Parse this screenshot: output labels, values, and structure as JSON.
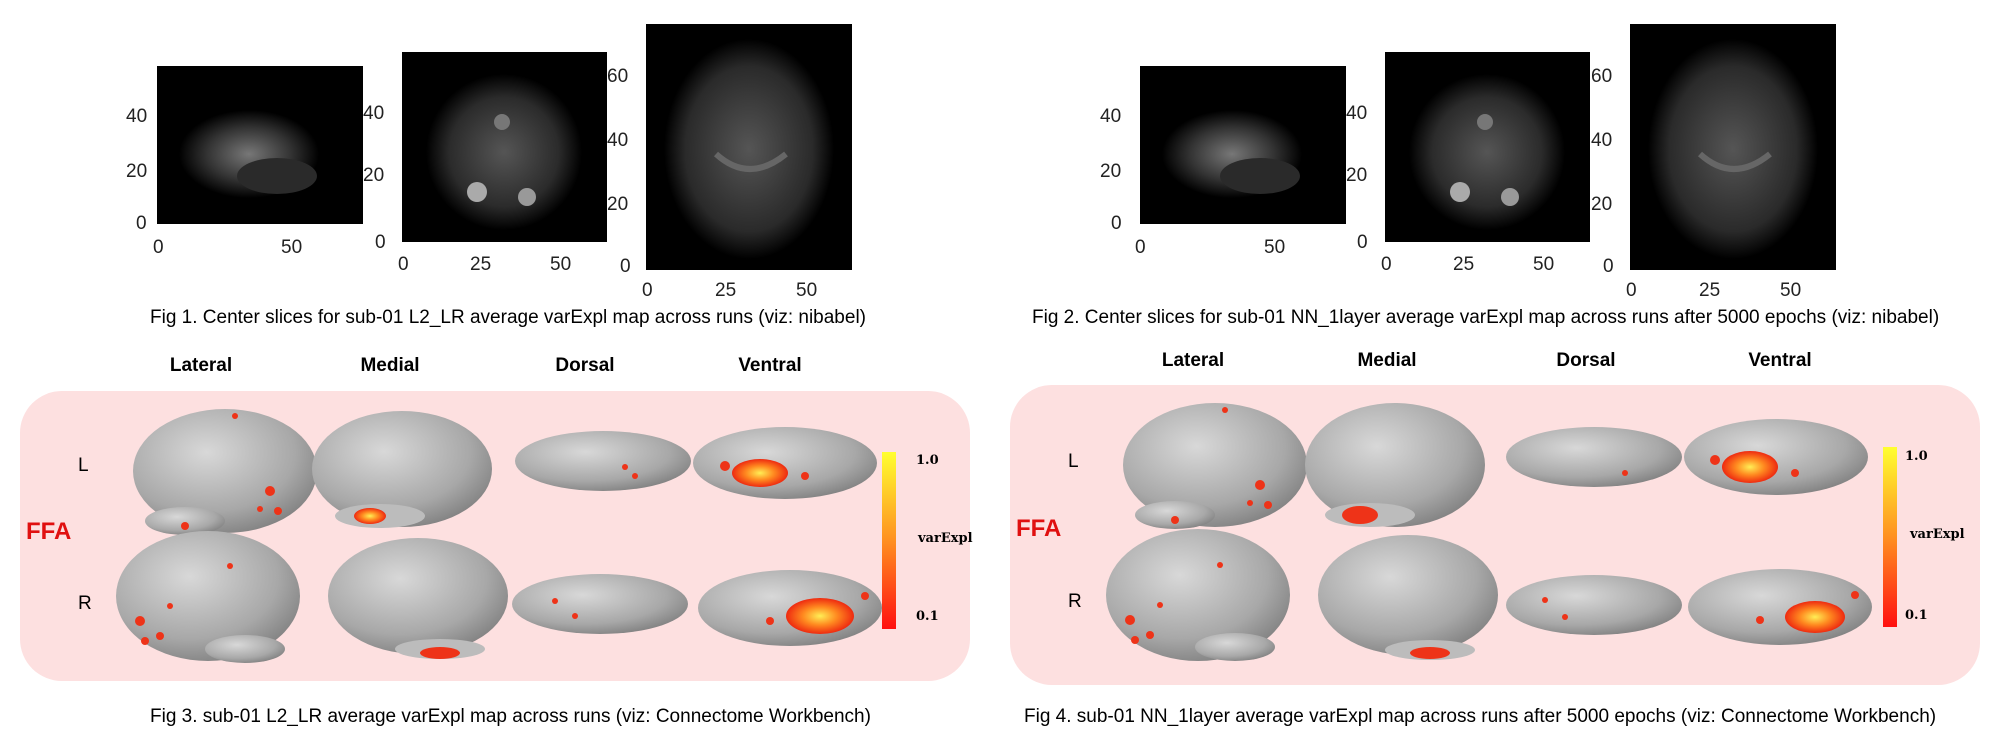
{
  "figures": [
    {
      "id": "fig1",
      "caption": "Fig 1. Center slices for sub-01 L2_LR average varExpl map across runs (viz: nibabel)",
      "slices": [
        {
          "yticks": [
            "40",
            "20",
            "0"
          ],
          "xticks": [
            "0",
            "50"
          ]
        },
        {
          "yticks": [
            "40",
            "20",
            "0"
          ],
          "xticks": [
            "0",
            "25",
            "50"
          ]
        },
        {
          "yticks": [
            "60",
            "40",
            "20",
            "0"
          ],
          "xticks": [
            "0",
            "25",
            "50"
          ]
        }
      ]
    },
    {
      "id": "fig2",
      "caption": "Fig 2. Center slices for sub-01 NN_1layer average varExpl map across runs after 5000 epochs (viz: nibabel)",
      "slices": [
        {
          "yticks": [
            "40",
            "20",
            "0"
          ],
          "xticks": [
            "0",
            "50"
          ]
        },
        {
          "yticks": [
            "40",
            "20",
            "0"
          ],
          "xticks": [
            "0",
            "25",
            "50"
          ]
        },
        {
          "yticks": [
            "60",
            "40",
            "20",
            "0"
          ],
          "xticks": [
            "0",
            "25",
            "50"
          ]
        }
      ]
    },
    {
      "id": "fig3",
      "caption": "Fig 3. sub-01 L2_LR average varExpl map across runs (viz: Connectome Workbench)",
      "views": [
        "Lateral",
        "Medial",
        "Dorsal",
        "Ventral"
      ],
      "hemispheres": [
        "L",
        "R"
      ],
      "roi": "FFA",
      "colorbar": {
        "max": "1.0",
        "label": "varExpl",
        "min": "0.1",
        "color_top": "#ffff30",
        "color_bottom": "#ff1010"
      }
    },
    {
      "id": "fig4",
      "caption": "Fig 4. sub-01 NN_1layer average varExpl map across runs after 5000 epochs (viz: Connectome Workbench)",
      "views": [
        "Lateral",
        "Medial",
        "Dorsal",
        "Ventral"
      ],
      "hemispheres": [
        "L",
        "R"
      ],
      "roi": "FFA",
      "colorbar": {
        "max": "1.0",
        "label": "varExpl",
        "min": "0.1",
        "color_top": "#ffff30",
        "color_bottom": "#ff1010"
      }
    }
  ]
}
